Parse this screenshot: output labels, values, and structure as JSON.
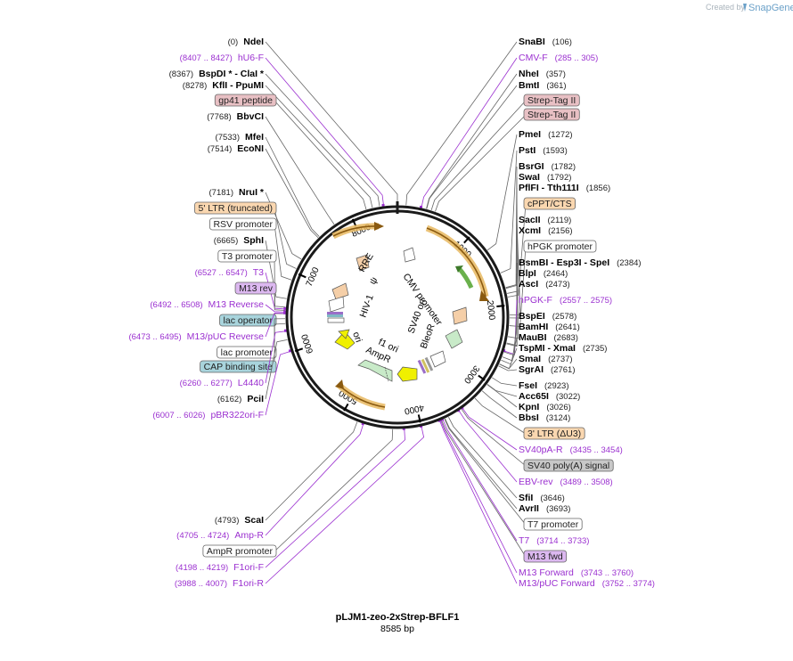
{
  "credit": {
    "created_by": "Created by",
    "brand": "SnapGene"
  },
  "map": {
    "name": "pLJM1-zeo-2xStrep-BFLF1",
    "size_label": "8585 bp",
    "total_bp": 8585
  },
  "ticks": [
    {
      "bp": 1000,
      "label": "1000"
    },
    {
      "bp": 2000,
      "label": "2000"
    },
    {
      "bp": 3000,
      "label": "3000"
    },
    {
      "bp": 4000,
      "label": "4000"
    },
    {
      "bp": 5000,
      "label": "5000"
    },
    {
      "bp": 6000,
      "label": "6000"
    },
    {
      "bp": 7000,
      "label": "7000"
    },
    {
      "bp": 8000,
      "label": "8000"
    }
  ],
  "sites": [
    {
      "name": "NdeI",
      "pos": "(0)",
      "bp": 0,
      "side": "L",
      "type": "enzyme"
    },
    {
      "name": "SnaBI",
      "pos": "(106)",
      "bp": 106,
      "side": "R",
      "type": "enzyme"
    },
    {
      "name": "hU6-F",
      "pos": "(8407 .. 8427)",
      "bp": 8417,
      "side": "L",
      "type": "primer"
    },
    {
      "name": "CMV-F",
      "pos": "(285 .. 305)",
      "bp": 295,
      "side": "R",
      "type": "primer"
    },
    {
      "name": "BspDI * - ClaI *",
      "pos": "(8367)",
      "bp": 8367,
      "side": "L",
      "type": "enzyme"
    },
    {
      "name": "KflI - PpuMI",
      "pos": "(8278)",
      "bp": 8278,
      "side": "L",
      "type": "enzyme"
    },
    {
      "name": "NheI",
      "pos": "(357)",
      "bp": 357,
      "side": "R",
      "type": "enzyme"
    },
    {
      "name": "BmtI",
      "pos": "(361)",
      "bp": 361,
      "side": "R",
      "type": "enzyme"
    },
    {
      "name": "gp41 peptide",
      "pos": "",
      "bp": 8200,
      "side": "L",
      "type": "feature",
      "color": "#e8c0c4"
    },
    {
      "name": "Strep-Tag II",
      "pos": "",
      "bp": 420,
      "side": "R",
      "type": "feature",
      "color": "#e8c0c4"
    },
    {
      "name": "Strep-Tag II",
      "pos": "",
      "bp": 470,
      "side": "R",
      "type": "feature",
      "color": "#e8c0c4"
    },
    {
      "name": "BbvCI",
      "pos": "(7768)",
      "bp": 7768,
      "side": "L",
      "type": "enzyme"
    },
    {
      "name": "PmeI",
      "pos": "(1272)",
      "bp": 1272,
      "side": "R",
      "type": "enzyme"
    },
    {
      "name": "MfeI",
      "pos": "(7533)",
      "bp": 7533,
      "side": "L",
      "type": "enzyme"
    },
    {
      "name": "EcoNI",
      "pos": "(7514)",
      "bp": 7514,
      "side": "L",
      "type": "enzyme"
    },
    {
      "name": "PstI",
      "pos": "(1593)",
      "bp": 1593,
      "side": "R",
      "type": "enzyme"
    },
    {
      "name": "BsrGI",
      "pos": "(1782)",
      "bp": 1782,
      "side": "R",
      "type": "enzyme"
    },
    {
      "name": "SwaI",
      "pos": "(1792)",
      "bp": 1792,
      "side": "R",
      "type": "enzyme"
    },
    {
      "name": "PflFI - Tth111I",
      "pos": "(1856)",
      "bp": 1856,
      "side": "R",
      "type": "enzyme"
    },
    {
      "name": "NruI *",
      "pos": "(7181)",
      "bp": 7181,
      "side": "L",
      "type": "enzyme"
    },
    {
      "name": "cPPT/CTS",
      "pos": "",
      "bp": 1900,
      "side": "R",
      "type": "feature",
      "color": "#fad7b0"
    },
    {
      "name": "5' LTR (truncated)",
      "pos": "",
      "bp": 7050,
      "side": "L",
      "type": "feature",
      "color": "#fad7b0"
    },
    {
      "name": "SacII",
      "pos": "(2119)",
      "bp": 2119,
      "side": "R",
      "type": "enzyme"
    },
    {
      "name": "RSV promoter",
      "pos": "",
      "bp": 6900,
      "side": "L",
      "type": "feature",
      "color": "#ffffff"
    },
    {
      "name": "XcmI",
      "pos": "(2156)",
      "bp": 2156,
      "side": "R",
      "type": "enzyme"
    },
    {
      "name": "SphI",
      "pos": "(6665)",
      "bp": 6665,
      "side": "L",
      "type": "enzyme"
    },
    {
      "name": "hPGK promoter",
      "pos": "",
      "bp": 2250,
      "side": "R",
      "type": "feature",
      "color": "#ffffff"
    },
    {
      "name": "T3 promoter",
      "pos": "",
      "bp": 6560,
      "side": "L",
      "type": "feature",
      "color": "#ffffff"
    },
    {
      "name": "BsmBI - Esp3I - SpeI",
      "pos": "(2384)",
      "bp": 2384,
      "side": "R",
      "type": "enzyme"
    },
    {
      "name": "T3",
      "pos": "(6527 .. 6547)",
      "bp": 6537,
      "side": "L",
      "type": "primer"
    },
    {
      "name": "BlpI",
      "pos": "(2464)",
      "bp": 2464,
      "side": "R",
      "type": "enzyme"
    },
    {
      "name": "M13 rev",
      "pos": "",
      "bp": 6520,
      "side": "L",
      "type": "feature",
      "color": "#dcb8f0"
    },
    {
      "name": "AscI",
      "pos": "(2473)",
      "bp": 2473,
      "side": "R",
      "type": "enzyme"
    },
    {
      "name": "M13 Reverse",
      "pos": "(6492 .. 6508)",
      "bp": 6500,
      "side": "L",
      "type": "primer"
    },
    {
      "name": "hPGK-F",
      "pos": "(2557 .. 2575)",
      "bp": 2566,
      "side": "R",
      "type": "primer"
    },
    {
      "name": "lac operator",
      "pos": "",
      "bp": 6480,
      "side": "L",
      "type": "feature",
      "color": "#a8d4dc"
    },
    {
      "name": "BspEI",
      "pos": "(2578)",
      "bp": 2578,
      "side": "R",
      "type": "enzyme"
    },
    {
      "name": "M13/pUC Reverse",
      "pos": "(6473 .. 6495)",
      "bp": 6484,
      "side": "L",
      "type": "primer"
    },
    {
      "name": "BamHI",
      "pos": "(2641)",
      "bp": 2641,
      "side": "R",
      "type": "enzyme"
    },
    {
      "name": "lac promoter",
      "pos": "",
      "bp": 6420,
      "side": "L",
      "type": "feature",
      "color": "#ffffff"
    },
    {
      "name": "MauBI",
      "pos": "(2683)",
      "bp": 2683,
      "side": "R",
      "type": "enzyme"
    },
    {
      "name": "CAP binding site",
      "pos": "",
      "bp": 6360,
      "side": "L",
      "type": "feature",
      "color": "#a8d4dc"
    },
    {
      "name": "TspMI - XmaI",
      "pos": "(2735)",
      "bp": 2735,
      "side": "R",
      "type": "enzyme"
    },
    {
      "name": "SmaI",
      "pos": "(2737)",
      "bp": 2737,
      "side": "R",
      "type": "enzyme"
    },
    {
      "name": "L4440",
      "pos": "(6260 .. 6277)",
      "bp": 6268,
      "side": "L",
      "type": "primer"
    },
    {
      "name": "SgrAI",
      "pos": "(2761)",
      "bp": 2761,
      "side": "R",
      "type": "enzyme"
    },
    {
      "name": "PciI",
      "pos": "(6162)",
      "bp": 6162,
      "side": "L",
      "type": "enzyme"
    },
    {
      "name": "FseI",
      "pos": "(2923)",
      "bp": 2923,
      "side": "R",
      "type": "enzyme"
    },
    {
      "name": "pBR322ori-F",
      "pos": "(6007 .. 6026)",
      "bp": 6016,
      "side": "L",
      "type": "primer"
    },
    {
      "name": "Acc65I",
      "pos": "(3022)",
      "bp": 3022,
      "side": "R",
      "type": "enzyme"
    },
    {
      "name": "KpnI",
      "pos": "(3026)",
      "bp": 3026,
      "side": "R",
      "type": "enzyme"
    },
    {
      "name": "BbsI",
      "pos": "(3124)",
      "bp": 3124,
      "side": "R",
      "type": "enzyme"
    },
    {
      "name": "3' LTR (ΔU3)",
      "pos": "",
      "bp": 3250,
      "side": "R",
      "type": "feature",
      "color": "#fad7b0"
    },
    {
      "name": "SV40pA-R",
      "pos": "(3435 .. 3454)",
      "bp": 3444,
      "side": "R",
      "type": "primer"
    },
    {
      "name": "SV40 poly(A) signal",
      "pos": "",
      "bp": 3460,
      "side": "R",
      "type": "feature",
      "color": "#c8c8c8"
    },
    {
      "name": "EBV-rev",
      "pos": "(3489 .. 3508)",
      "bp": 3498,
      "side": "R",
      "type": "primer"
    },
    {
      "name": "SfiI",
      "pos": "(3646)",
      "bp": 3646,
      "side": "R",
      "type": "enzyme"
    },
    {
      "name": "AvrII",
      "pos": "(3693)",
      "bp": 3693,
      "side": "R",
      "type": "enzyme"
    },
    {
      "name": "T7 promoter",
      "pos": "",
      "bp": 3700,
      "side": "R",
      "type": "feature",
      "color": "#ffffff"
    },
    {
      "name": "T7",
      "pos": "(3714 .. 3733)",
      "bp": 3723,
      "side": "R",
      "type": "primer"
    },
    {
      "name": "M13 fwd",
      "pos": "",
      "bp": 3740,
      "side": "R",
      "type": "feature",
      "color": "#dcb8f0"
    },
    {
      "name": "ScaI",
      "pos": "(4793)",
      "bp": 4793,
      "side": "L",
      "type": "enzyme"
    },
    {
      "name": "M13 Forward",
      "pos": "(3743 .. 3760)",
      "bp": 3751,
      "side": "R",
      "type": "primer"
    },
    {
      "name": "Amp-R",
      "pos": "(4705 .. 4724)",
      "bp": 4714,
      "side": "L",
      "type": "primer"
    },
    {
      "name": "M13/pUC Forward",
      "pos": "(3752 .. 3774)",
      "bp": 3763,
      "side": "R",
      "type": "primer"
    },
    {
      "name": "AmpR promoter",
      "pos": "",
      "bp": 4350,
      "side": "L",
      "type": "feature",
      "color": "#ffffff"
    },
    {
      "name": "F1ori-F",
      "pos": "(4198 .. 4219)",
      "bp": 4208,
      "side": "L",
      "type": "primer"
    },
    {
      "name": "F1ori-R",
      "pos": "(3988 .. 4007)",
      "bp": 3997,
      "side": "L",
      "type": "primer"
    }
  ],
  "inner_labels": [
    {
      "text": "RRE",
      "key": "rre"
    },
    {
      "text": "ψ",
      "key": "psi"
    },
    {
      "text": "HIV-1",
      "key": "hiv"
    },
    {
      "text": "CMV promoter",
      "key": "cmv"
    },
    {
      "text": "SV40 ori",
      "key": "sv40"
    },
    {
      "text": "BleoR",
      "key": "bleor"
    },
    {
      "text": "f1 ori",
      "key": "f1"
    },
    {
      "text": "AmpR",
      "key": "ampr"
    },
    {
      "text": "ori",
      "key": "ori"
    }
  ]
}
